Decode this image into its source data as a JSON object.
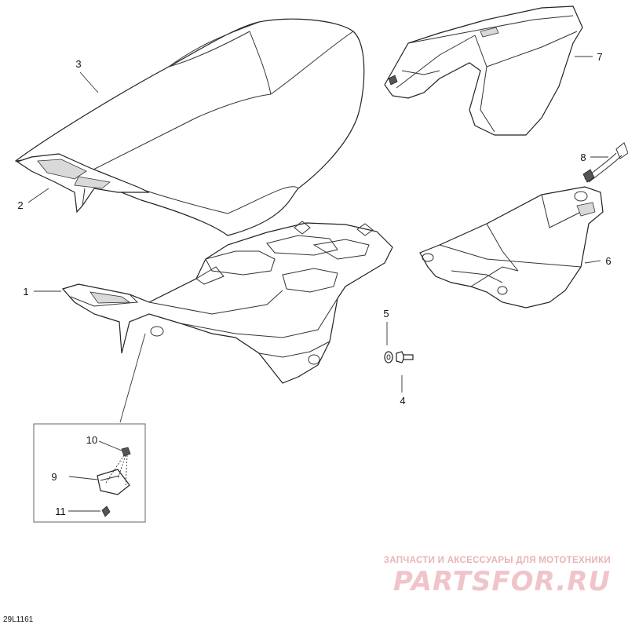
{
  "diagram": {
    "callouts": [
      {
        "id": "1",
        "label": "1"
      },
      {
        "id": "2",
        "label": "2"
      },
      {
        "id": "3",
        "label": "3"
      },
      {
        "id": "4",
        "label": "4"
      },
      {
        "id": "5",
        "label": "5"
      },
      {
        "id": "6",
        "label": "6"
      },
      {
        "id": "7",
        "label": "7"
      },
      {
        "id": "8",
        "label": "8"
      },
      {
        "id": "9",
        "label": "9"
      },
      {
        "id": "10",
        "label": "10"
      },
      {
        "id": "11",
        "label": "11"
      }
    ],
    "reference_code": "29L1161"
  },
  "watermark": {
    "tagline": "ЗАПЧАСТИ И АКСЕССУАРЫ ДЛЯ МОТОТЕХНИКИ",
    "logo": "PARTSFOR.RU"
  }
}
